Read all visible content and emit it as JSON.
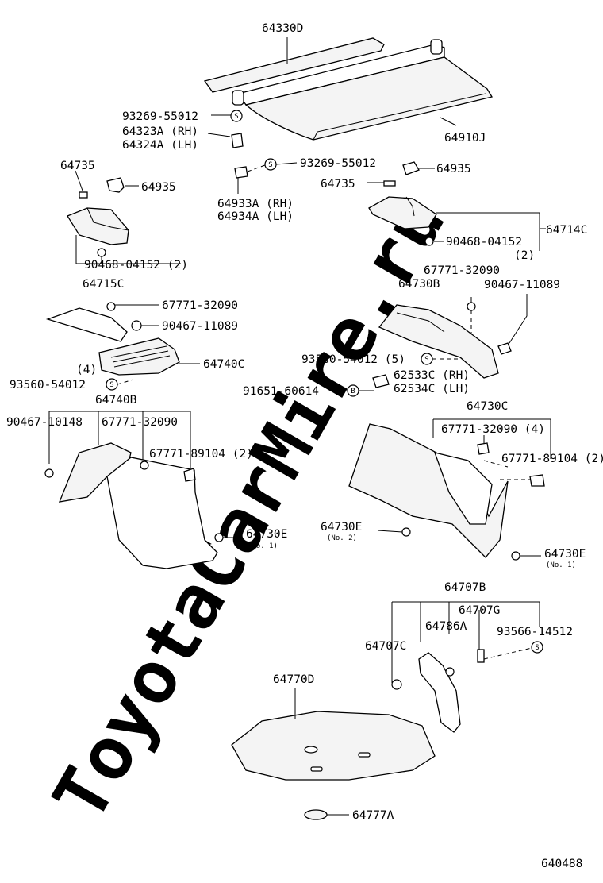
{
  "watermark": "ToyotaCarMire.ru",
  "figure_number": "640488",
  "labels": {
    "l64330D": "64330D",
    "l64910J": "64910J",
    "l93269a": "93269-55012",
    "l64323A": "64323A (RH)",
    "l64324A": "64324A (LH)",
    "l93269b": "93269-55012",
    "l64735a": "64735",
    "l64935a": "64935",
    "l64933A": "64933A (RH)",
    "l64934A": "64934A (LH)",
    "l64935b": "64935",
    "l64735b": "64735",
    "l64714C": "64714C",
    "l90468a": "90468-04152 (2)",
    "l64715C": "64715C",
    "l90468b": "90468-04152",
    "l90468b_qty": "(2)",
    "l67771a": "67771-32090",
    "l90467a": "90467-11089",
    "l67771b": "67771-32090",
    "l64730B": "64730B",
    "l90467b": "90467-11089",
    "l64740C": "64740C",
    "l93560a_qty": "(4)",
    "l93560a": "93560-54012",
    "l93560b": "93560-54012 (5)",
    "l62533C": "62533C (RH)",
    "l62534C": "62534C (LH)",
    "l91651": "91651-60614",
    "l64740B": "64740B",
    "l64730C": "64730C",
    "l90467c": "90467-10148",
    "l67771c": "67771-32090",
    "l67771d": "67771-32090 (4)",
    "l67771e": "67771-89104 (2)",
    "l67771f": "67771-89104 (2)",
    "l64730Ea": "64730E",
    "l64730Ea_no": "(No. 1)",
    "l64730Eb": "64730E",
    "l64730Eb_no": "(No. 2)",
    "l64730Ec": "64730E",
    "l64730Ec_no": "(No. 1)",
    "l64707B": "64707B",
    "l64707G": "64707G",
    "l64786A": "64786A",
    "l64707C": "64707C",
    "l93566": "93566-14512",
    "l64770D": "64770D",
    "l64777A": "64777A"
  },
  "symbols": {
    "s_mark": "S",
    "b_mark": "B"
  }
}
